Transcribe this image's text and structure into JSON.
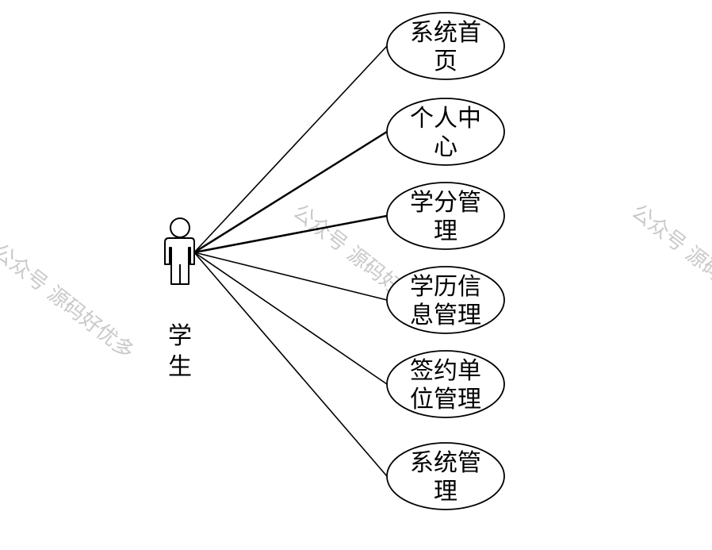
{
  "actor": {
    "label": "学生",
    "label_lines": [
      "学",
      "生"
    ]
  },
  "use_cases": [
    {
      "label": "系统首页",
      "lines": [
        "系统首",
        "页"
      ]
    },
    {
      "label": "个人中心",
      "lines": [
        "个人中",
        "心"
      ]
    },
    {
      "label": "学分管理",
      "lines": [
        "学分管",
        "理"
      ]
    },
    {
      "label": "学历信息管理",
      "lines": [
        "学历信",
        "息管理"
      ]
    },
    {
      "label": "签约单位管理",
      "lines": [
        "签约单",
        "位管理"
      ]
    },
    {
      "label": "系统管理",
      "lines": [
        "系统管",
        "理"
      ]
    }
  ],
  "watermark": {
    "text": "公众号 源码好优多"
  },
  "colors": {
    "line": "#000000",
    "background": "#ffffff",
    "watermark": "#b8b8b8"
  }
}
